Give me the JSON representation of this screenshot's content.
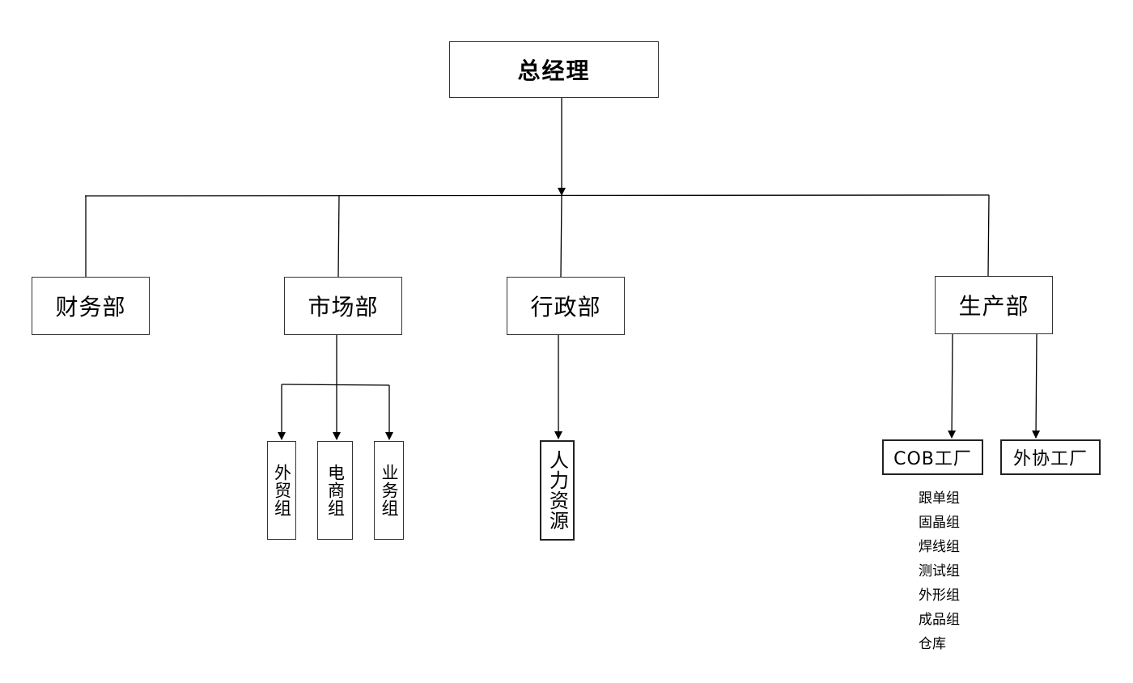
{
  "general_manager": "总经理",
  "departments": {
    "finance": "财务部",
    "marketing": "市场部",
    "admin": "行政部",
    "production": "生产部"
  },
  "marketing_groups": {
    "foreign_trade": "外贸组",
    "ecommerce": "电商组",
    "business": "业务组"
  },
  "admin_groups": {
    "hr": "人力资源"
  },
  "production_factories": {
    "cob": "COB工厂",
    "outsourced": "外协工厂"
  },
  "cob_teams": [
    "跟单组",
    "固晶组",
    "焊线组",
    "测试组",
    "外形组",
    "成品组",
    "仓库"
  ]
}
